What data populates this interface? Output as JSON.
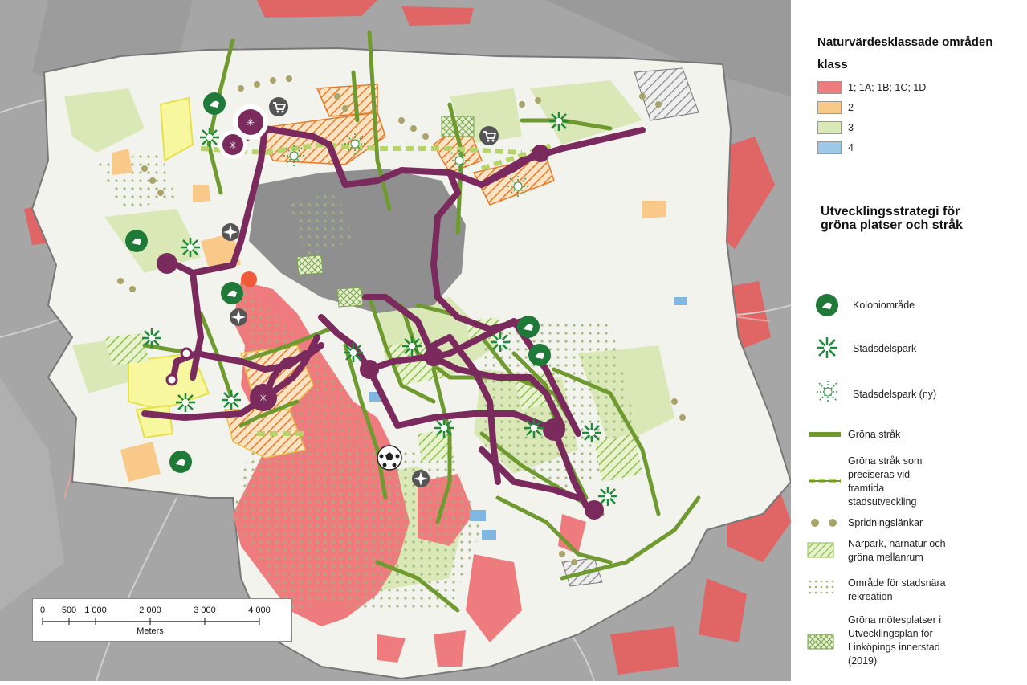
{
  "legend": {
    "title1": "Naturvärdesklassade områden",
    "title2": "klass",
    "classes": [
      {
        "label": "1; 1A; 1B; 1C; 1D",
        "color": "#ee7c7e"
      },
      {
        "label": "2",
        "color": "#f9c98a"
      },
      {
        "label": "3",
        "color": "#d9e8b6"
      },
      {
        "label": "4",
        "color": "#9cc9e8"
      }
    ],
    "strategy_title_line1": "Utvecklingsstrategi för",
    "strategy_title_line2": "gröna platser och stråk",
    "items": {
      "koloni": "Koloniområde",
      "stadsdelspark": "Stadsdelspark",
      "stadsdelspark_ny": "Stadsdelspark (ny)",
      "grona_strak": "Gröna stråk",
      "grona_strak_precis_1": "Gröna stråk som",
      "grona_strak_precis_2": "preciseras vid",
      "grona_strak_precis_3": "framtida",
      "grona_strak_precis_4": "stadsutveckling",
      "spridning": "Spridningslänkar",
      "narpark_1": "Närpark, närnatur och",
      "narpark_2": "gröna mellanrum",
      "omrade_1": "Område för stadsnära",
      "omrade_2": "rekreation",
      "motes_1": "Gröna mötesplatser i",
      "motes_2": "Utvecklingsplan för",
      "motes_3": "Linköpings innerstad",
      "motes_4": "(2019)"
    }
  },
  "scalebar": {
    "ticks": [
      "0",
      "500",
      "1 000",
      "2 000",
      "3 000",
      "4 000"
    ],
    "unit": "Meters"
  },
  "colors": {
    "purple_route": "#7a2a5c",
    "green_corridor": "#6f9a2f",
    "koloni_green": "#1f7a3a",
    "nature_class1": "#ee7c7e",
    "city_center": "#9a9a9a"
  }
}
